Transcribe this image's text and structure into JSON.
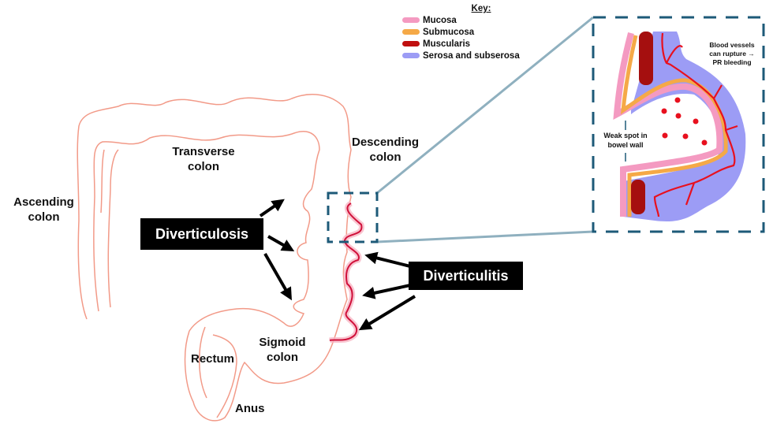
{
  "labels": {
    "ascending": "Ascending colon",
    "transverse": "Transverse colon",
    "descending": "Descending colon",
    "sigmoid": "Sigmoid colon",
    "rectum": "Rectum",
    "anus": "Anus"
  },
  "callouts": {
    "diverticulosis": "Diverticulosis",
    "diverticulitis": "Diverticulitis"
  },
  "key": {
    "title": "Key:",
    "items": [
      {
        "label": "Mucosa",
        "color": "#f49ac1"
      },
      {
        "label": "Submucosa",
        "color": "#f5a947"
      },
      {
        "label": "Muscularis",
        "color": "#c00f0f"
      },
      {
        "label": "Serosa and subserosa",
        "color": "#9c9cf5"
      }
    ]
  },
  "inset": {
    "weak_spot": "Weak spot in bowel wall",
    "blood_vessels": "Blood vessels can rupture → PR bleeding"
  },
  "colors": {
    "colon_outline": "#f29a88",
    "inflamed": "#d0103a",
    "dash_box": "#1d5a78",
    "zoom_lines": "#8fb0bf",
    "blood": "#e8101e"
  }
}
